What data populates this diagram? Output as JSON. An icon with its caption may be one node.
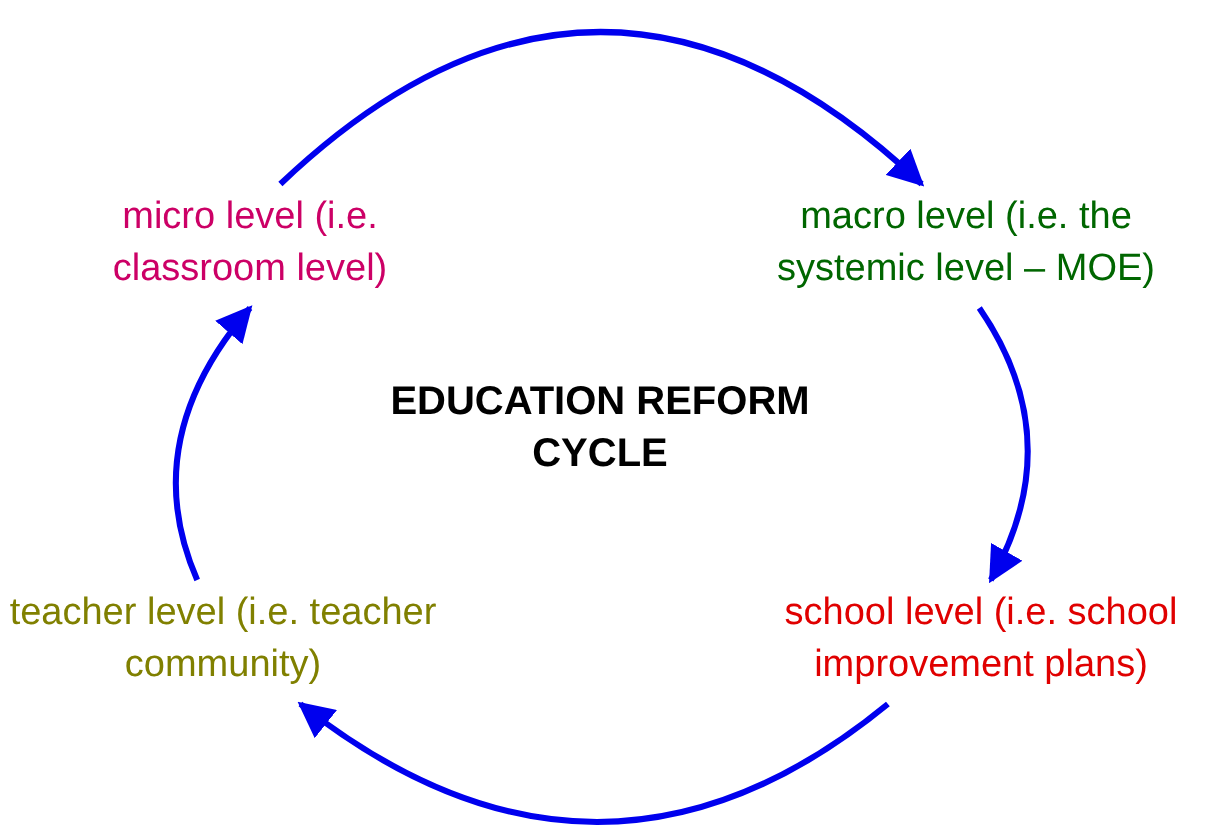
{
  "diagram": {
    "title": "EDUCATION REFORM CYCLE",
    "nodes": [
      {
        "text": [
          "micro level (i.e. classroom level)"
        ]
      },
      {
        "text": [
          "macro level (i.e. the systemic level – MOE)"
        ]
      },
      {
        "text": [
          "school level (i.e. school improvement plans)"
        ]
      },
      {
        "text": [
          "teacher level (i.e. teacher community)"
        ]
      }
    ],
    "edges": [
      {
        "from": 0,
        "to": 1,
        "arrow": "to"
      },
      {
        "from": 1,
        "to": 2,
        "arrow": "to"
      },
      {
        "from": 2,
        "to": 3,
        "arrow": "to"
      },
      {
        "from": 3,
        "to": 0,
        "arrow": "to"
      }
    ]
  }
}
